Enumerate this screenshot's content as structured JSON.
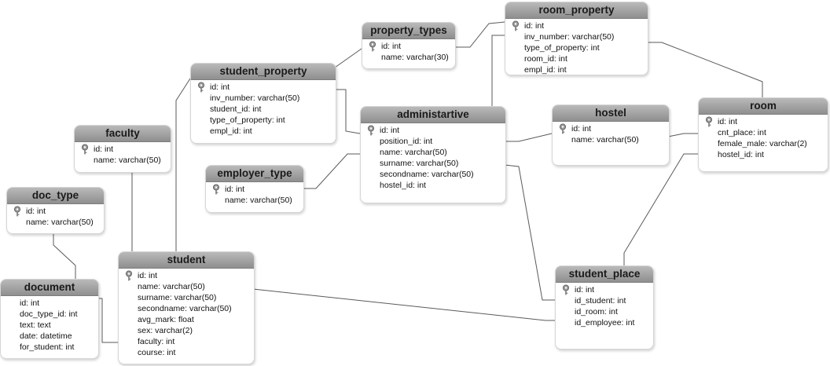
{
  "diagram": {
    "entities": [
      {
        "key": "property_types",
        "title": "property_types",
        "fields": [
          "id: int",
          "name: varchar(30)"
        ],
        "pk": true
      },
      {
        "key": "room_property",
        "title": "room_property",
        "fields": [
          "id: int",
          "inv_number: varchar(50)",
          "type_of_property: int",
          "room_id: int",
          "empl_id: int"
        ],
        "pk": true
      },
      {
        "key": "student_property",
        "title": "student_property",
        "fields": [
          "id: int",
          "inv_number: varchar(50)",
          "student_id: int",
          "type_of_property: int",
          "empl_id: int"
        ],
        "pk": true
      },
      {
        "key": "administartive",
        "title": "administartive",
        "fields": [
          "id: int",
          "position_id: int",
          "name: varchar(50)",
          "surname: varchar(50)",
          "secondname: varchar(50)",
          "hostel_id: int"
        ],
        "pk": true
      },
      {
        "key": "hostel",
        "title": "hostel",
        "fields": [
          "id: int",
          "name: varchar(50)"
        ],
        "pk": true
      },
      {
        "key": "room",
        "title": "room",
        "fields": [
          "id: int",
          "cnt_place: int",
          "female_male: varchar(2)",
          "hostel_id: int"
        ],
        "pk": true
      },
      {
        "key": "faculty",
        "title": "faculty",
        "fields": [
          "id: int",
          "name: varchar(50)"
        ],
        "pk": true
      },
      {
        "key": "employer_type",
        "title": "employer_type",
        "fields": [
          "id: int",
          "name: varchar(50)"
        ],
        "pk": true
      },
      {
        "key": "doc_type",
        "title": "doc_type",
        "fields": [
          "id: int",
          "name: varchar(50)"
        ],
        "pk": true
      },
      {
        "key": "document",
        "title": "document",
        "fields": [
          "id: int",
          "doc_type_id: int",
          "text: text",
          "date: datetime",
          "for_student: int"
        ],
        "pk": false
      },
      {
        "key": "student",
        "title": "student",
        "fields": [
          "id: int",
          "name: varchar(50)",
          "surname: varchar(50)",
          "secondname: varchar(50)",
          "avg_mark: float",
          "sex: varchar(2)",
          "faculty: int",
          "course: int"
        ],
        "pk": true
      },
      {
        "key": "student_place",
        "title": "student_place",
        "fields": [
          "id: int",
          "id_student: int",
          "id_room: int",
          "id_employee: int"
        ],
        "pk": true
      }
    ]
  }
}
